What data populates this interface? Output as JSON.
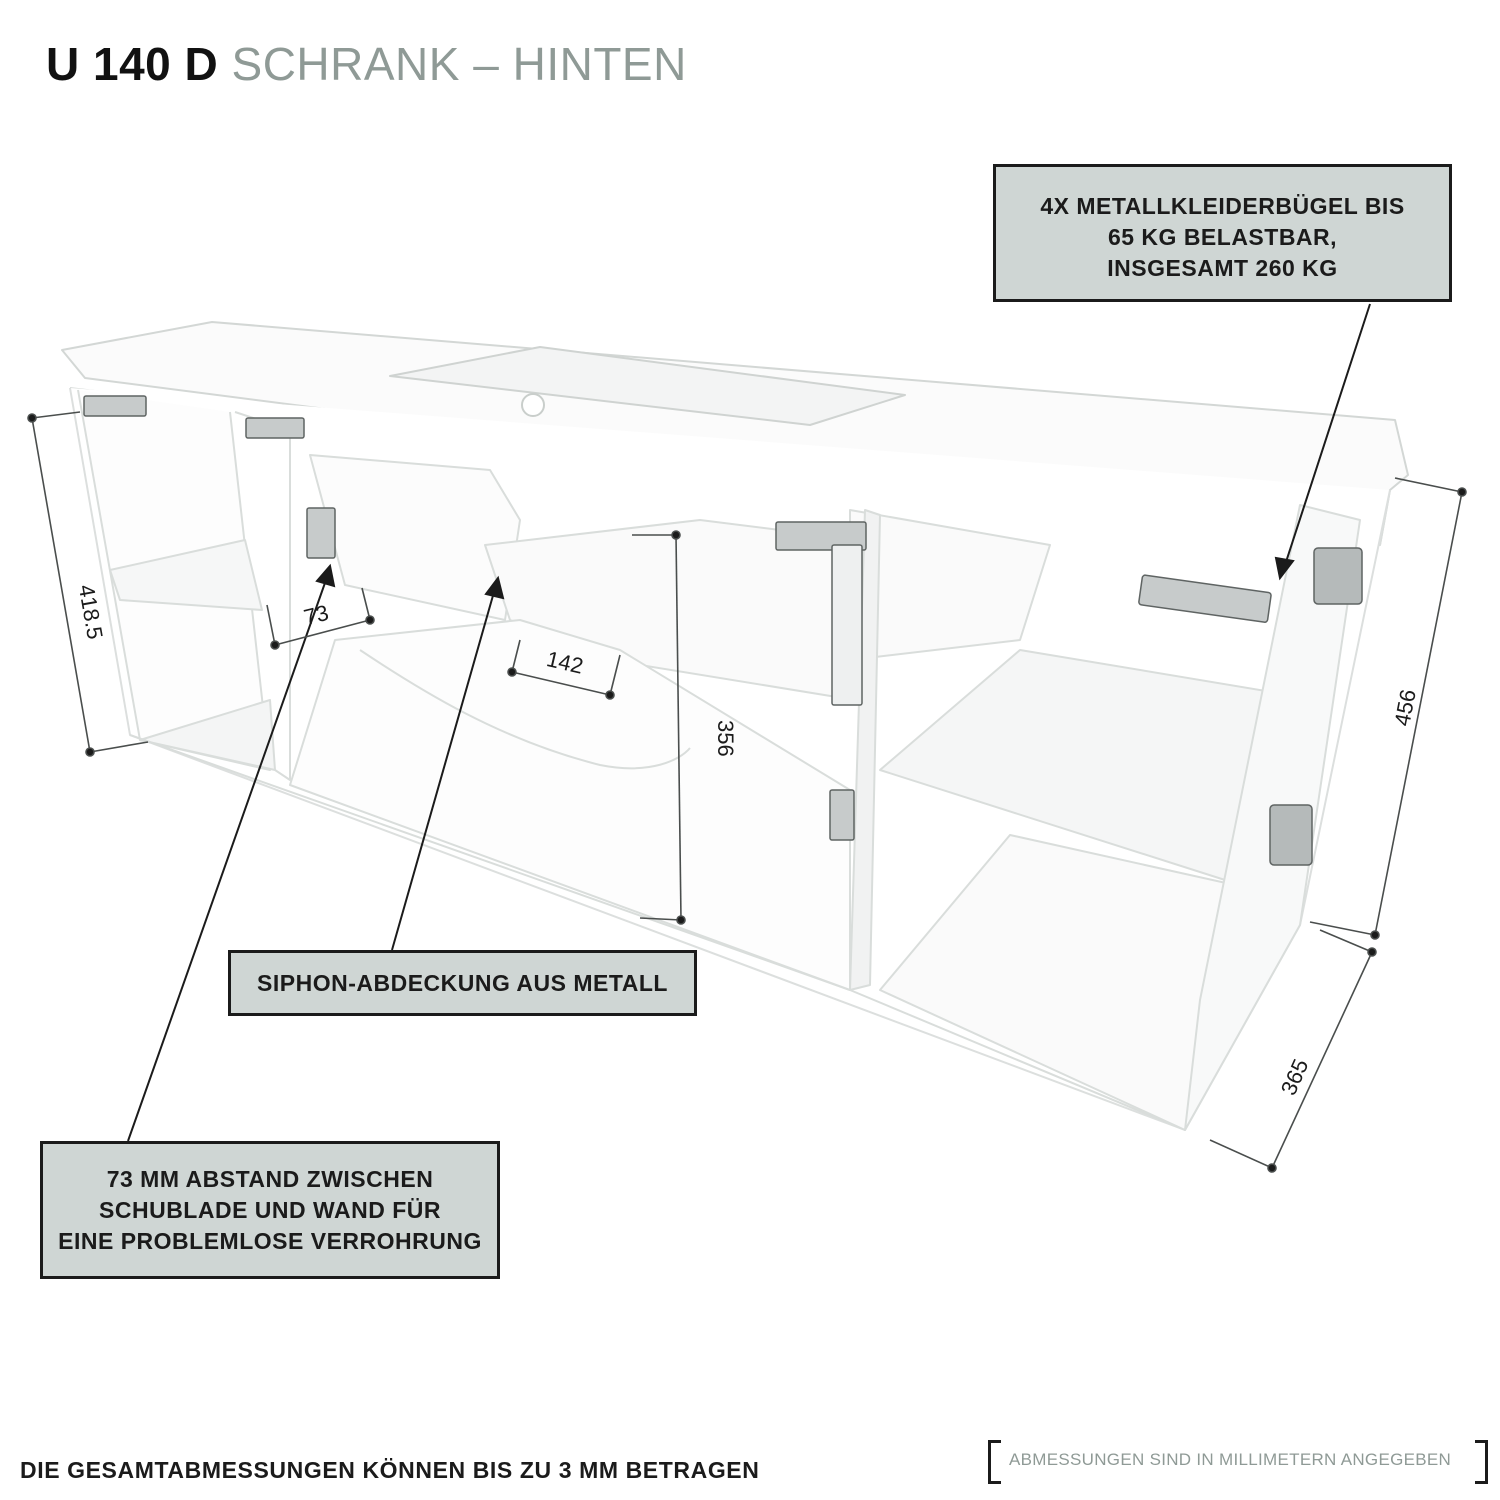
{
  "header": {
    "title_code": "U 140 D",
    "title_sub": "SCHRANK – HINTEN"
  },
  "callouts": {
    "hangers": [
      "4X METALLKLEIDERBÜGEL BIS",
      "65 KG BELASTBAR,",
      "INSGESAMT 260 KG"
    ],
    "siphon": [
      "SIPHON-ABDECKUNG AUS METALL"
    ],
    "gap": [
      "73 MM ABSTAND ZWISCHEN",
      "SCHUBLADE UND WAND FÜR",
      "EINE PROBLEMLOSE VERROHRUNG"
    ]
  },
  "dimensions": {
    "left_height": "418.5",
    "drawer_gap": "73",
    "drawer_depth": "142",
    "inner_height": "356",
    "right_height": "456",
    "side_depth": "365"
  },
  "footer": {
    "note": "DIE GESAMTABMESSUNGEN KÖNNEN BIS ZU 3 MM BETRAGEN",
    "units": "ABMESSUNGEN SIND IN MILLIMETERN ANGEGEBEN"
  },
  "colors": {
    "callout_fill": "#cfd6d4",
    "text_dark": "#1b1b1b",
    "title_gray": "#8f9a96"
  }
}
